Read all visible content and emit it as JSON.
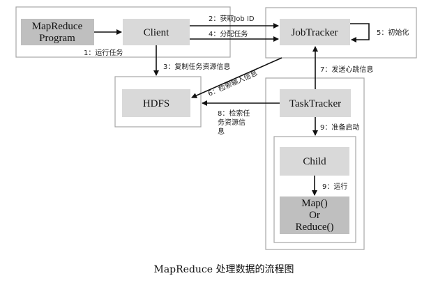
{
  "nodes": {
    "mapreduce_program": [
      "MapReduce",
      "Program"
    ],
    "client": "Client",
    "jobtracker": "JobTracker",
    "hdfs": "HDFS",
    "tasktracker": "TaskTracker",
    "child": "Child",
    "map_reduce": [
      "Map()",
      "Or",
      "Reduce()"
    ]
  },
  "edges": {
    "e1": "1：运行任务",
    "e2": "2：获取Job ID",
    "e3": "3：复制任务资源信息",
    "e4": "4：分配任务",
    "e5": "5：初始化",
    "e6": "6：检索输入信息",
    "e7": "7：发送心跳信息",
    "e8": [
      "8：检索任",
      "务资源信",
      "息"
    ],
    "e9a": "9：准备启动",
    "e9b": "9：运行"
  },
  "caption": "MapReduce 处理数据的流程图"
}
